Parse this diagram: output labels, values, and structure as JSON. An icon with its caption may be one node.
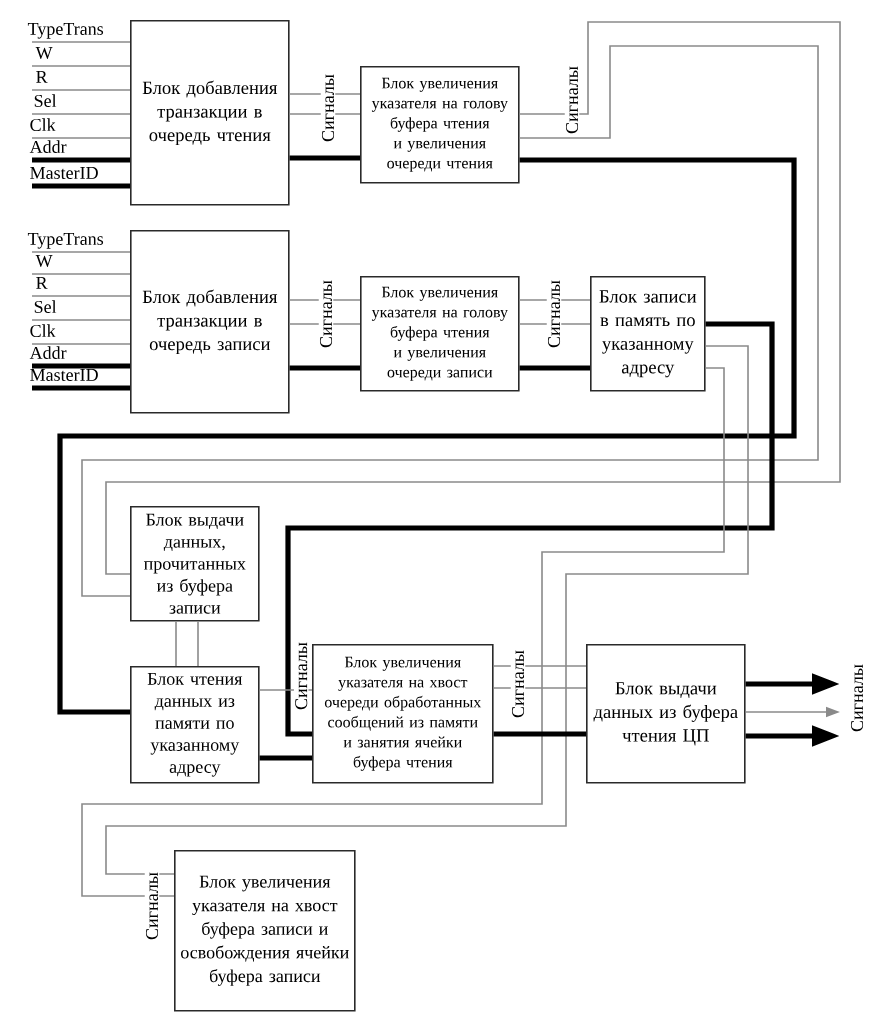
{
  "diagram": {
    "nodes": [
      {
        "text": [
          "Блок добавления транзакции в очередь чтения"
        ]
      },
      {
        "text": [
          "Блок увеличения указателя на голову буфера чтения и увеличения очереди чтения"
        ]
      },
      {
        "text": [
          "Блок добавления транзакции в очередь записи"
        ]
      },
      {
        "text": [
          "Блок увеличения указателя на голову буфера чтения и увеличения очереди записи"
        ]
      },
      {
        "text": [
          "Блок записи в память по указанному адресу"
        ]
      },
      {
        "text": [
          "Блок выдачи данных, прочитанных из буфера записи"
        ]
      },
      {
        "text": [
          "Блок чтения данных из памяти по указанному адресу"
        ]
      },
      {
        "text": [
          "Блок увеличения указателя на хвост очереди обработанных сообщений из памяти и занятия ячейки буфера чтения"
        ]
      },
      {
        "text": [
          "Блок выдачи данных из буфера чтения ЦП"
        ]
      },
      {
        "text": [
          "Блок увеличения указателя на хвост буфера записи и освобождения ячейки буфера записи"
        ]
      }
    ],
    "edges": [
      {
        "from": null,
        "to": 0,
        "arrow": "none",
        "label": "TypeTrans"
      },
      {
        "from": null,
        "to": 0,
        "arrow": "none",
        "label": "W"
      },
      {
        "from": null,
        "to": 0,
        "arrow": "none",
        "label": "R"
      },
      {
        "from": null,
        "to": 0,
        "arrow": "none",
        "label": "Sel"
      },
      {
        "from": null,
        "to": 0,
        "arrow": "none",
        "label": "Clk"
      },
      {
        "from": null,
        "to": 0,
        "arrow": "none",
        "label": "Addr",
        "style": "thick",
        "color": "#000000"
      },
      {
        "from": null,
        "to": 0,
        "arrow": "none",
        "label": "MasterID",
        "style": "thick",
        "color": "#000000"
      },
      {
        "from": 0,
        "to": 1,
        "arrow": "none",
        "label": "Сигналы"
      },
      {
        "from": 0,
        "to": 1,
        "arrow": "none"
      },
      {
        "from": 0,
        "to": 1,
        "arrow": "none",
        "style": "thick",
        "color": "#000000"
      },
      {
        "from": 1,
        "to": 5,
        "arrow": "none",
        "label": "Сигналы"
      },
      {
        "from": 1,
        "to": 5,
        "arrow": "none"
      },
      {
        "from": 1,
        "to": 6,
        "arrow": "none",
        "style": "thick",
        "color": "#000000"
      },
      {
        "from": null,
        "to": 2,
        "arrow": "none",
        "label": "TypeTrans"
      },
      {
        "from": null,
        "to": 2,
        "arrow": "none",
        "label": "W"
      },
      {
        "from": null,
        "to": 2,
        "arrow": "none",
        "label": "R"
      },
      {
        "from": null,
        "to": 2,
        "arrow": "none",
        "label": "Sel"
      },
      {
        "from": null,
        "to": 2,
        "arrow": "none",
        "label": "Clk"
      },
      {
        "from": null,
        "to": 2,
        "arrow": "none",
        "label": "Addr",
        "style": "thick",
        "color": "#000000"
      },
      {
        "from": null,
        "to": 2,
        "arrow": "none",
        "label": "MasterID",
        "style": "thick",
        "color": "#000000"
      },
      {
        "from": 2,
        "to": 3,
        "arrow": "none",
        "label": "Сигналы"
      },
      {
        "from": 2,
        "to": 3,
        "arrow": "none"
      },
      {
        "from": 2,
        "to": 3,
        "arrow": "none",
        "style": "thick",
        "color": "#000000"
      },
      {
        "from": 3,
        "to": 4,
        "arrow": "none",
        "label": "Сигналы"
      },
      {
        "from": 3,
        "to": 4,
        "arrow": "none"
      },
      {
        "from": 3,
        "to": 4,
        "arrow": "none",
        "style": "thick",
        "color": "#000000"
      },
      {
        "from": 4,
        "to": 7,
        "arrow": "none",
        "label": "Сигналы",
        "style": "thick",
        "color": "#000000"
      },
      {
        "from": 4,
        "to": 9,
        "arrow": "none",
        "label": "Сигналы"
      },
      {
        "from": 4,
        "to": 9,
        "arrow": "none"
      },
      {
        "from": 5,
        "to": 6,
        "arrow": "none"
      },
      {
        "from": 5,
        "to": 6,
        "arrow": "none"
      },
      {
        "from": 6,
        "to": 7,
        "arrow": "none"
      },
      {
        "from": 6,
        "to": 7,
        "arrow": "none",
        "style": "thick",
        "color": "#000000"
      },
      {
        "from": 7,
        "to": 8,
        "arrow": "none",
        "label": "Сигналы"
      },
      {
        "from": 7,
        "to": 8,
        "arrow": "none"
      },
      {
        "from": 7,
        "to": 8,
        "arrow": "none",
        "style": "thick",
        "color": "#000000"
      },
      {
        "from": 8,
        "to": null,
        "arrow": "to",
        "label": "Сигналы",
        "style": "thick",
        "color": "#000000"
      },
      {
        "from": 8,
        "to": null,
        "arrow": "to"
      },
      {
        "from": 8,
        "to": null,
        "arrow": "to",
        "style": "thick",
        "color": "#000000"
      }
    ]
  }
}
